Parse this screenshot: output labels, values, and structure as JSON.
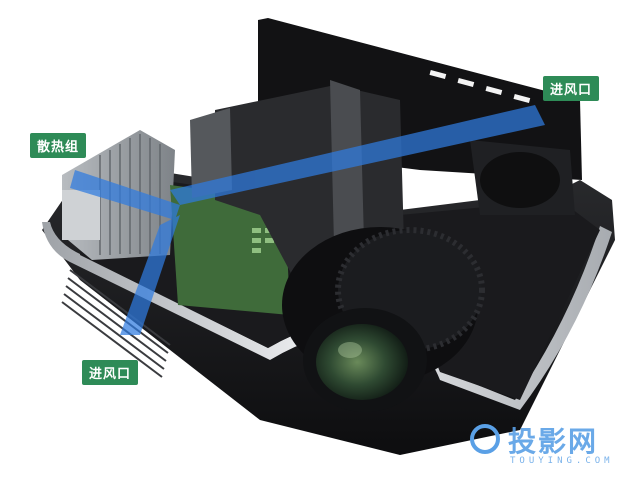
{
  "labels": {
    "intake_top": "进风口",
    "heatsink": "散热组",
    "intake_bottom": "进风口"
  },
  "watermark": {
    "brand": "投影网",
    "domain": "TOUYING.COM"
  },
  "colors": {
    "label_bg": "#2e8b57",
    "airflow": "#2f7be0",
    "watermark": "#5aa0e6",
    "shell": "#1d1d1f",
    "frame": "#d8dadd",
    "pcb": "#3f6b3a"
  },
  "icons": {
    "watermark_logo": "target-circle-icon"
  }
}
